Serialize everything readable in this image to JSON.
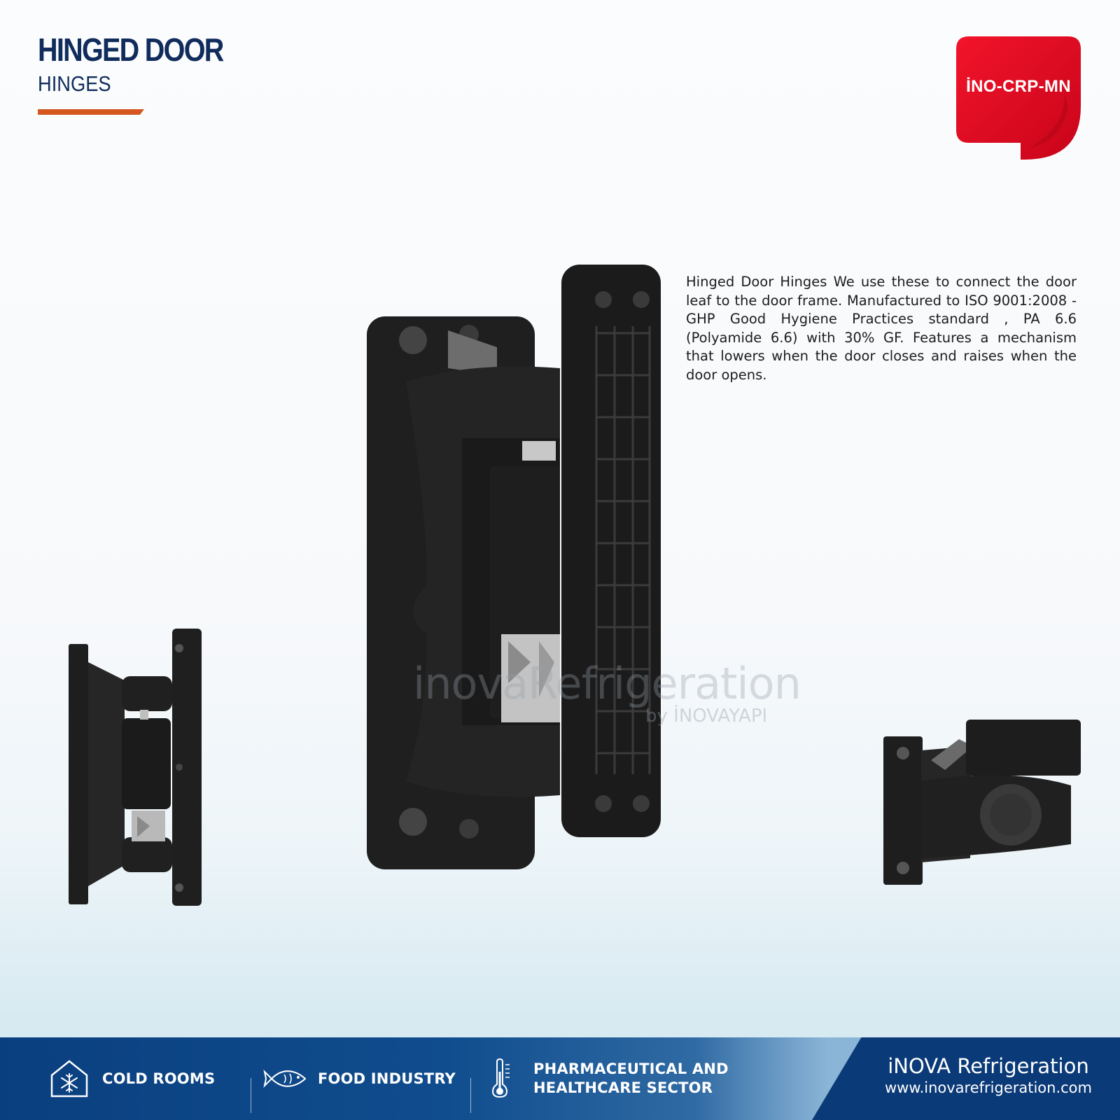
{
  "header": {
    "title": "HINGED DOOR",
    "subtitle": "HINGES"
  },
  "badge": {
    "code": "İNO-CRP-MN",
    "color": "#e3061b"
  },
  "description": "Hinged Door Hinges We use these to connect  the door leaf to the door frame. Manufactured to ISO 9001:2008 - GHP Good Hygiene Practices standard , PA 6.6 (Polyamide 6.6) with 30% GF. Features a mechanism that lowers when the door closes  and  raises when the door opens.",
  "watermark": {
    "main": "inovaRefrigeration",
    "sub": "by İNOVAYAPI"
  },
  "footer": {
    "items": [
      {
        "label": "COLD ROOMS",
        "icon": "snowflake-house-icon"
      },
      {
        "label": "FOOD INDUSTRY",
        "icon": "fish-icon"
      },
      {
        "label_line1": "PHARMACEUTICAL AND",
        "label_line2": "HEALTHCARE SECTOR",
        "icon": "thermometer-icon"
      }
    ],
    "brand_name": "iNOVA Refrigeration",
    "brand_url": "www.inovarefrigeration.com"
  },
  "colors": {
    "navy": "#102c5c",
    "accent_orange": "#d5561f",
    "badge_red": "#e3061b",
    "footer_blue": "#0b3a78"
  }
}
